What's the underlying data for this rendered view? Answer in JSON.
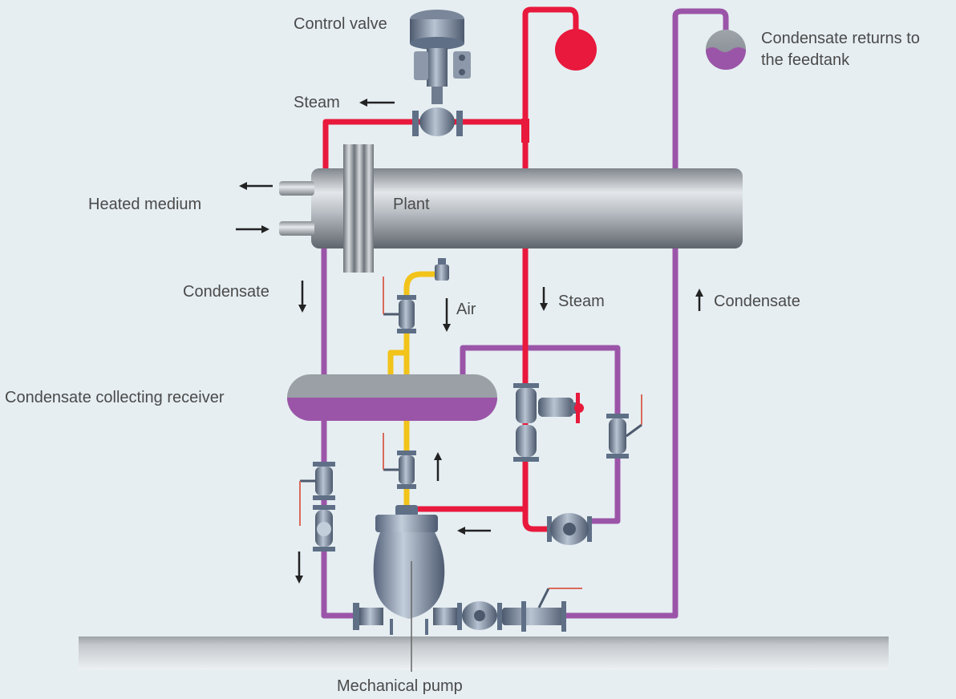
{
  "colors": {
    "background": "#e6eef2",
    "steam": "#e8193c",
    "condensate": "#9b55a8",
    "air": "#f2c31a",
    "steel": "#9aa0a8",
    "valve": "#5e6f86",
    "text": "#4a4a4a"
  },
  "labels": {
    "control_valve": "Control valve",
    "steam_top": "Steam",
    "heated_medium": "Heated medium",
    "plant": "Plant",
    "condensate_left": "Condensate",
    "air": "Air",
    "steam_mid": "Steam",
    "condensate_right": "Condensate",
    "receiver": "Condensate collecting receiver",
    "returns_line1": "Condensate returns to",
    "returns_line2": "the feedtank",
    "mechanical_pump": "Mechanical pump"
  },
  "icons": [
    "control-valve-icon",
    "gate-valve-icon",
    "ball-valve-icon",
    "strainer-icon",
    "steam-trap-icon",
    "check-valve-icon",
    "air-vent-icon",
    "pressure-gauge-icon",
    "flow-arrow-icon"
  ]
}
